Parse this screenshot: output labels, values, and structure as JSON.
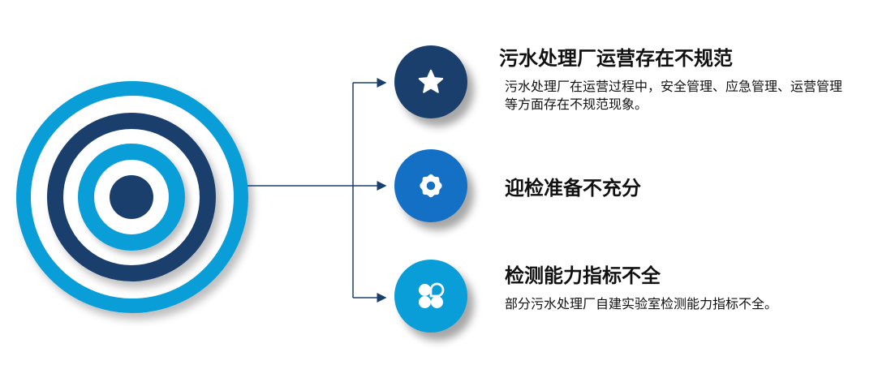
{
  "colors": {
    "light_blue": "#0a9ed8",
    "dark_blue": "#1a3f6d",
    "mid_blue": "#1470c4",
    "connector": "#1a3f6d"
  },
  "items": [
    {
      "icon": "star-icon",
      "title": "污水处理厂运营存在不规范",
      "description": "污水处理厂在运营过程中，安全管理、应急管理、运营管理等方面存在不规范现象。"
    },
    {
      "icon": "gear-icon",
      "title": "迎检准备不充分",
      "description": ""
    },
    {
      "icon": "clover-icon",
      "title": "检测能力指标不全",
      "description": "部分污水处理厂自建实验室检测能力指标不全。"
    }
  ]
}
